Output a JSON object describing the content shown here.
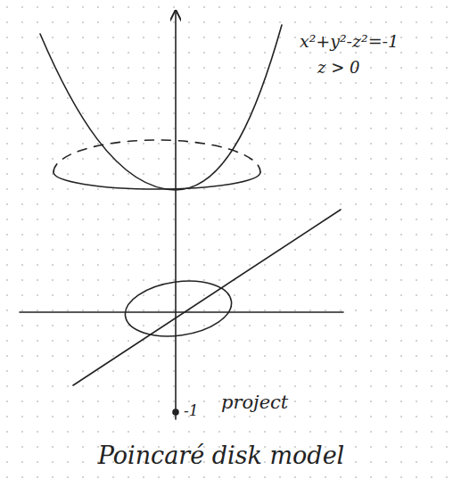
{
  "diagram": {
    "caption": "Poincaré disk model",
    "labels": [
      "x²+y²-z²=-1",
      "z > 0",
      "-1",
      "project"
    ]
  }
}
